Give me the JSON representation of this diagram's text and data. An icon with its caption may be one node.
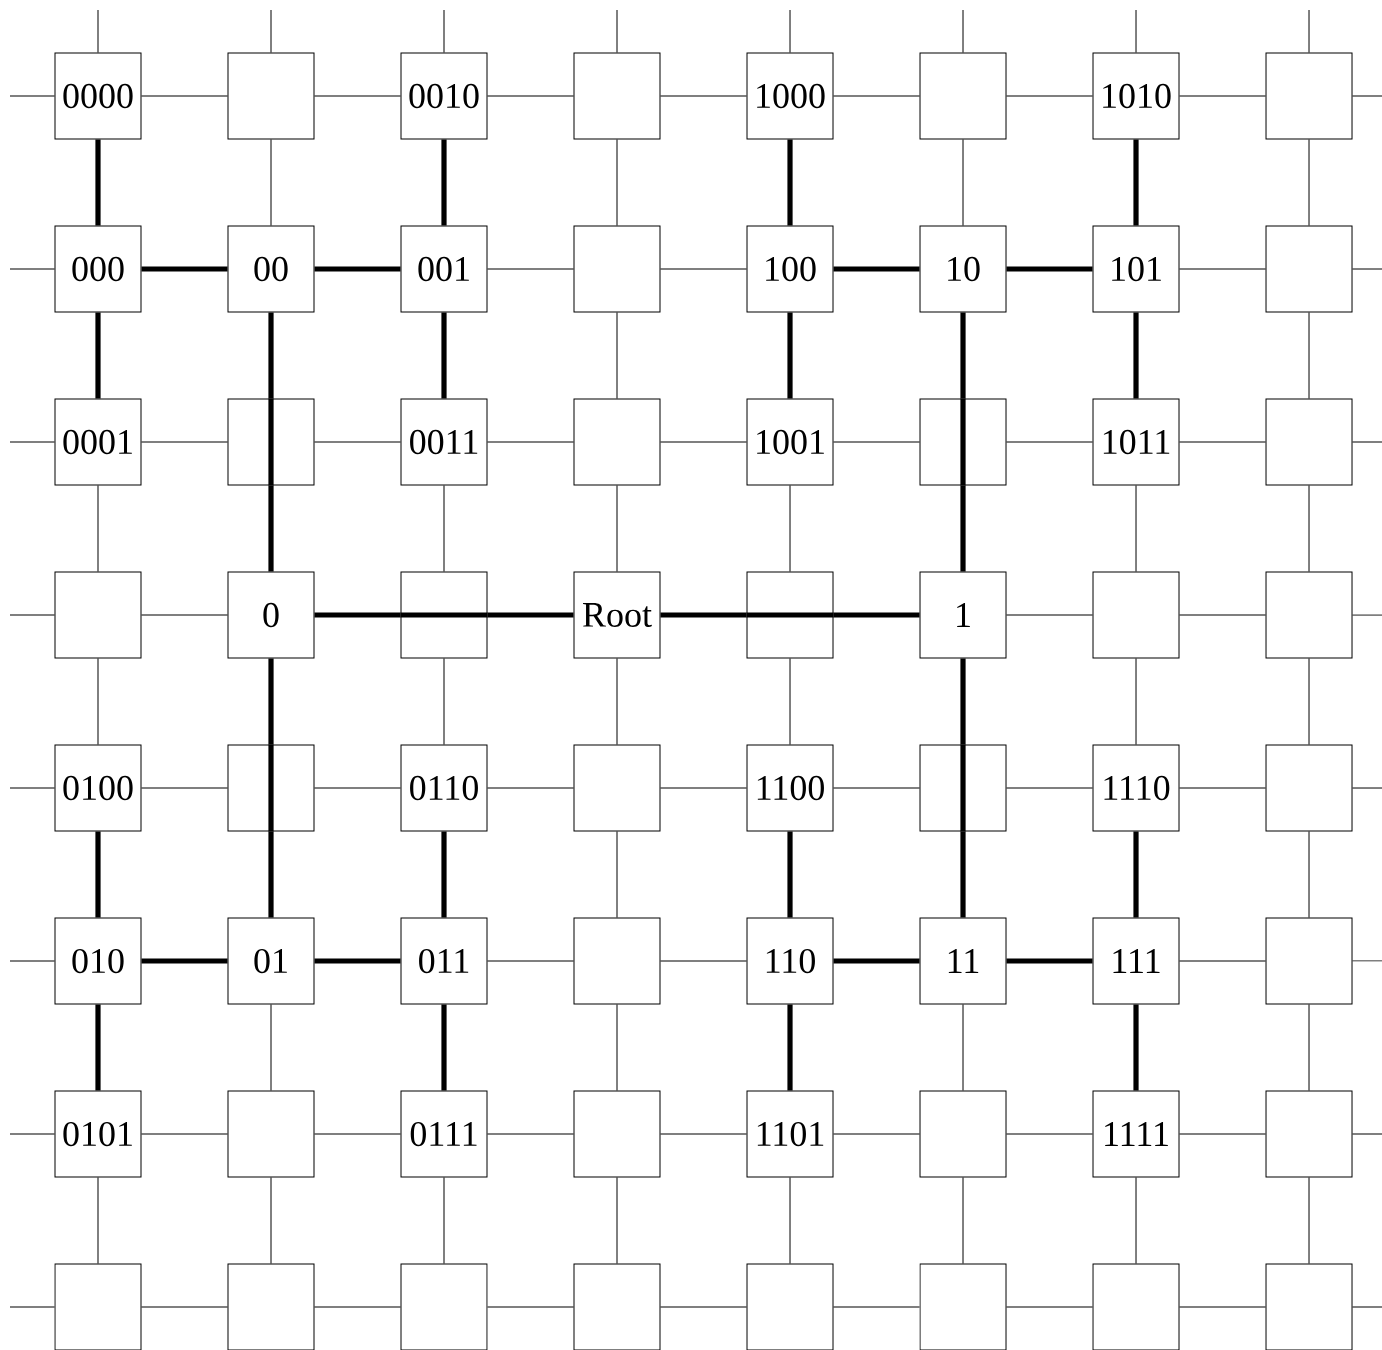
{
  "diagram": {
    "nodes": [
      {
        "text": [
          "0000"
        ]
      },
      {
        "text": [],
        "shape": "box"
      },
      {
        "text": [
          "0010"
        ]
      },
      {
        "text": [],
        "shape": "box"
      },
      {
        "text": [
          "1000"
        ]
      },
      {
        "text": [],
        "shape": "box"
      },
      {
        "text": [
          "1010"
        ]
      },
      {
        "text": [],
        "shape": "box"
      },
      {
        "text": [
          "000"
        ]
      },
      {
        "text": [
          "00"
        ]
      },
      {
        "text": [
          "001"
        ]
      },
      {
        "text": [],
        "shape": "box"
      },
      {
        "text": [
          "100"
        ]
      },
      {
        "text": [
          "10"
        ]
      },
      {
        "text": [
          "101"
        ]
      },
      {
        "text": [],
        "shape": "box"
      },
      {
        "text": [
          "0001"
        ]
      },
      {
        "text": [],
        "shape": "box"
      },
      {
        "text": [
          "0011"
        ]
      },
      {
        "text": [],
        "shape": "box"
      },
      {
        "text": [
          "1001"
        ]
      },
      {
        "text": [],
        "shape": "box"
      },
      {
        "text": [
          "1011"
        ]
      },
      {
        "text": [],
        "shape": "box"
      },
      {
        "text": [],
        "shape": "box"
      },
      {
        "text": [
          "0"
        ]
      },
      {
        "text": [],
        "shape": "box"
      },
      {
        "text": [
          "Root"
        ]
      },
      {
        "text": [],
        "shape": "box"
      },
      {
        "text": [
          "1"
        ]
      },
      {
        "text": [],
        "shape": "box"
      },
      {
        "text": [],
        "shape": "box"
      },
      {
        "text": [
          "0100"
        ]
      },
      {
        "text": [],
        "shape": "box"
      },
      {
        "text": [
          "0110"
        ]
      },
      {
        "text": [],
        "shape": "box"
      },
      {
        "text": [
          "1100"
        ]
      },
      {
        "text": [],
        "shape": "box"
      },
      {
        "text": [
          "1110"
        ]
      },
      {
        "text": [],
        "shape": "box"
      },
      {
        "text": [
          "010"
        ]
      },
      {
        "text": [
          "01"
        ]
      },
      {
        "text": [
          "011"
        ]
      },
      {
        "text": [],
        "shape": "box"
      },
      {
        "text": [
          "110"
        ]
      },
      {
        "text": [
          "11"
        ]
      },
      {
        "text": [
          "111"
        ]
      },
      {
        "text": [],
        "shape": "box"
      },
      {
        "text": [
          "0101"
        ]
      },
      {
        "text": [],
        "shape": "box"
      },
      {
        "text": [
          "0111"
        ]
      },
      {
        "text": [],
        "shape": "box"
      },
      {
        "text": [
          "1101"
        ]
      },
      {
        "text": [],
        "shape": "box"
      },
      {
        "text": [
          "1111"
        ]
      },
      {
        "text": [],
        "shape": "box"
      },
      {
        "text": [],
        "shape": "box"
      },
      {
        "text": [],
        "shape": "box"
      },
      {
        "text": [],
        "shape": "box"
      },
      {
        "text": [],
        "shape": "box"
      },
      {
        "text": [],
        "shape": "box"
      },
      {
        "text": [],
        "shape": "box"
      },
      {
        "text": [],
        "shape": "box"
      },
      {
        "text": [],
        "shape": "box"
      }
    ],
    "edges": [
      {
        "from": 0,
        "to": 1,
        "arrow": "none"
      },
      {
        "from": 1,
        "to": 2,
        "arrow": "none"
      },
      {
        "from": 2,
        "to": 3,
        "arrow": "none"
      },
      {
        "from": 3,
        "to": 4,
        "arrow": "none"
      },
      {
        "from": 4,
        "to": 5,
        "arrow": "none"
      },
      {
        "from": 5,
        "to": 6,
        "arrow": "none"
      },
      {
        "from": 6,
        "to": 7,
        "arrow": "none"
      },
      {
        "from": 9,
        "to": 8,
        "arrow": "none",
        "style": "thick"
      },
      {
        "from": 9,
        "to": 10,
        "arrow": "none",
        "style": "thick"
      },
      {
        "from": 10,
        "to": 11,
        "arrow": "none"
      },
      {
        "from": 11,
        "to": 12,
        "arrow": "none"
      },
      {
        "from": 13,
        "to": 12,
        "arrow": "none",
        "style": "thick"
      },
      {
        "from": 13,
        "to": 14,
        "arrow": "none",
        "style": "thick"
      },
      {
        "from": 14,
        "to": 15,
        "arrow": "none"
      },
      {
        "from": 16,
        "to": 17,
        "arrow": "none"
      },
      {
        "from": 17,
        "to": 18,
        "arrow": "none"
      },
      {
        "from": 18,
        "to": 19,
        "arrow": "none"
      },
      {
        "from": 19,
        "to": 20,
        "arrow": "none"
      },
      {
        "from": 20,
        "to": 21,
        "arrow": "none"
      },
      {
        "from": 21,
        "to": 22,
        "arrow": "none"
      },
      {
        "from": 22,
        "to": 23,
        "arrow": "none"
      },
      {
        "from": 24,
        "to": 25,
        "arrow": "none"
      },
      {
        "from": 27,
        "to": 26,
        "arrow": "none",
        "style": "thick"
      },
      {
        "from": 26,
        "to": 25,
        "arrow": "none",
        "style": "thick"
      },
      {
        "from": 27,
        "to": 28,
        "arrow": "none",
        "style": "thick"
      },
      {
        "from": 28,
        "to": 29,
        "arrow": "none",
        "style": "thick"
      },
      {
        "from": 29,
        "to": 30,
        "arrow": "none"
      },
      {
        "from": 30,
        "to": 31,
        "arrow": "none"
      },
      {
        "from": 32,
        "to": 33,
        "arrow": "none"
      },
      {
        "from": 33,
        "to": 34,
        "arrow": "none"
      },
      {
        "from": 34,
        "to": 35,
        "arrow": "none"
      },
      {
        "from": 35,
        "to": 36,
        "arrow": "none"
      },
      {
        "from": 36,
        "to": 37,
        "arrow": "none"
      },
      {
        "from": 37,
        "to": 38,
        "arrow": "none"
      },
      {
        "from": 38,
        "to": 39,
        "arrow": "none"
      },
      {
        "from": 41,
        "to": 40,
        "arrow": "none",
        "style": "thick"
      },
      {
        "from": 41,
        "to": 42,
        "arrow": "none",
        "style": "thick"
      },
      {
        "from": 42,
        "to": 43,
        "arrow": "none"
      },
      {
        "from": 43,
        "to": 44,
        "arrow": "none"
      },
      {
        "from": 45,
        "to": 44,
        "arrow": "none",
        "style": "thick"
      },
      {
        "from": 45,
        "to": 46,
        "arrow": "none",
        "style": "thick"
      },
      {
        "from": 46,
        "to": 47,
        "arrow": "none"
      },
      {
        "from": 48,
        "to": 49,
        "arrow": "none"
      },
      {
        "from": 49,
        "to": 50,
        "arrow": "none"
      },
      {
        "from": 50,
        "to": 51,
        "arrow": "none"
      },
      {
        "from": 51,
        "to": 52,
        "arrow": "none"
      },
      {
        "from": 52,
        "to": 53,
        "arrow": "none"
      },
      {
        "from": 53,
        "to": 54,
        "arrow": "none"
      },
      {
        "from": 54,
        "to": 55,
        "arrow": "none"
      },
      {
        "from": 56,
        "to": 57,
        "arrow": "none"
      },
      {
        "from": 57,
        "to": 58,
        "arrow": "none"
      },
      {
        "from": 58,
        "to": 59,
        "arrow": "none"
      },
      {
        "from": 59,
        "to": 60,
        "arrow": "none"
      },
      {
        "from": 60,
        "to": 61,
        "arrow": "none"
      },
      {
        "from": 61,
        "to": 62,
        "arrow": "none"
      },
      {
        "from": 62,
        "to": 63,
        "arrow": "none"
      },
      {
        "from": 8,
        "to": 0,
        "arrow": "none",
        "style": "thick"
      },
      {
        "from": 8,
        "to": 16,
        "arrow": "none",
        "style": "thick"
      },
      {
        "from": 16,
        "to": 24,
        "arrow": "none"
      },
      {
        "from": 24,
        "to": 32,
        "arrow": "none"
      },
      {
        "from": 40,
        "to": 32,
        "arrow": "none",
        "style": "thick"
      },
      {
        "from": 40,
        "to": 48,
        "arrow": "none",
        "style": "thick"
      },
      {
        "from": 48,
        "to": 56,
        "arrow": "none"
      },
      {
        "from": 1,
        "to": 9,
        "arrow": "none"
      },
      {
        "from": 25,
        "to": 17,
        "arrow": "none",
        "style": "thick"
      },
      {
        "from": 17,
        "to": 9,
        "arrow": "none",
        "style": "thick"
      },
      {
        "from": 25,
        "to": 33,
        "arrow": "none",
        "style": "thick"
      },
      {
        "from": 33,
        "to": 41,
        "arrow": "none",
        "style": "thick"
      },
      {
        "from": 41,
        "to": 49,
        "arrow": "none"
      },
      {
        "from": 49,
        "to": 57,
        "arrow": "none"
      },
      {
        "from": 10,
        "to": 2,
        "arrow": "none",
        "style": "thick"
      },
      {
        "from": 10,
        "to": 18,
        "arrow": "none",
        "style": "thick"
      },
      {
        "from": 18,
        "to": 26,
        "arrow": "none"
      },
      {
        "from": 26,
        "to": 34,
        "arrow": "none"
      },
      {
        "from": 42,
        "to": 34,
        "arrow": "none",
        "style": "thick"
      },
      {
        "from": 42,
        "to": 50,
        "arrow": "none",
        "style": "thick"
      },
      {
        "from": 50,
        "to": 58,
        "arrow": "none"
      },
      {
        "from": 3,
        "to": 11,
        "arrow": "none"
      },
      {
        "from": 11,
        "to": 19,
        "arrow": "none"
      },
      {
        "from": 19,
        "to": 27,
        "arrow": "none"
      },
      {
        "from": 27,
        "to": 35,
        "arrow": "none"
      },
      {
        "from": 35,
        "to": 43,
        "arrow": "none"
      },
      {
        "from": 43,
        "to": 51,
        "arrow": "none"
      },
      {
        "from": 51,
        "to": 59,
        "arrow": "none"
      },
      {
        "from": 12,
        "to": 4,
        "arrow": "none",
        "style": "thick"
      },
      {
        "from": 12,
        "to": 20,
        "arrow": "none",
        "style": "thick"
      },
      {
        "from": 20,
        "to": 28,
        "arrow": "none"
      },
      {
        "from": 28,
        "to": 36,
        "arrow": "none"
      },
      {
        "from": 44,
        "to": 36,
        "arrow": "none",
        "style": "thick"
      },
      {
        "from": 44,
        "to": 52,
        "arrow": "none",
        "style": "thick"
      },
      {
        "from": 52,
        "to": 60,
        "arrow": "none"
      },
      {
        "from": 5,
        "to": 13,
        "arrow": "none"
      },
      {
        "from": 29,
        "to": 21,
        "arrow": "none",
        "style": "thick"
      },
      {
        "from": 21,
        "to": 13,
        "arrow": "none",
        "style": "thick"
      },
      {
        "from": 29,
        "to": 37,
        "arrow": "none",
        "style": "thick"
      },
      {
        "from": 37,
        "to": 45,
        "arrow": "none",
        "style": "thick"
      },
      {
        "from": 45,
        "to": 53,
        "arrow": "none"
      },
      {
        "from": 53,
        "to": 61,
        "arrow": "none"
      },
      {
        "from": 14,
        "to": 6,
        "arrow": "none",
        "style": "thick"
      },
      {
        "from": 14,
        "to": 22,
        "arrow": "none",
        "style": "thick"
      },
      {
        "from": 22,
        "to": 30,
        "arrow": "none"
      },
      {
        "from": 30,
        "to": 38,
        "arrow": "none"
      },
      {
        "from": 46,
        "to": 38,
        "arrow": "none",
        "style": "thick"
      },
      {
        "from": 46,
        "to": 54,
        "arrow": "none",
        "style": "thick"
      },
      {
        "from": 54,
        "to": 62,
        "arrow": "none"
      },
      {
        "from": 7,
        "to": 15,
        "arrow": "none"
      },
      {
        "from": 15,
        "to": 23,
        "arrow": "none"
      },
      {
        "from": 23,
        "to": 31,
        "arrow": "none"
      },
      {
        "from": 31,
        "to": 39,
        "arrow": "none"
      },
      {
        "from": 39,
        "to": 47,
        "arrow": "none"
      },
      {
        "from": 47,
        "to": 55,
        "arrow": "none"
      },
      {
        "from": 55,
        "to": 63,
        "arrow": "none"
      },
      {
        "from": null,
        "to": 0,
        "arrow": "none"
      },
      {
        "from": null,
        "to": 1,
        "arrow": "none"
      },
      {
        "from": null,
        "to": 2,
        "arrow": "none"
      },
      {
        "from": null,
        "to": 3,
        "arrow": "none"
      },
      {
        "from": null,
        "to": 4,
        "arrow": "none"
      },
      {
        "from": null,
        "to": 5,
        "arrow": "none"
      },
      {
        "from": null,
        "to": 6,
        "arrow": "none"
      },
      {
        "from": null,
        "to": 7,
        "arrow": "none"
      },
      {
        "from": null,
        "to": 0,
        "arrow": "none"
      },
      {
        "from": null,
        "to": 8,
        "arrow": "none"
      },
      {
        "from": null,
        "to": 16,
        "arrow": "none"
      },
      {
        "from": null,
        "to": 24,
        "arrow": "none"
      },
      {
        "from": null,
        "to": 32,
        "arrow": "none"
      },
      {
        "from": null,
        "to": 40,
        "arrow": "none"
      },
      {
        "from": null,
        "to": 48,
        "arrow": "none"
      },
      {
        "from": null,
        "to": 56,
        "arrow": "none"
      },
      {
        "from": null,
        "to": 7,
        "arrow": "none"
      },
      {
        "from": null,
        "to": 15,
        "arrow": "none"
      },
      {
        "from": null,
        "to": 23,
        "arrow": "none"
      },
      {
        "from": null,
        "to": 31,
        "arrow": "none"
      },
      {
        "from": null,
        "to": 39,
        "arrow": "none"
      },
      {
        "from": null,
        "to": 47,
        "arrow": "none"
      },
      {
        "from": null,
        "to": 55,
        "arrow": "none"
      },
      {
        "from": null,
        "to": 63,
        "arrow": "none"
      }
    ]
  }
}
